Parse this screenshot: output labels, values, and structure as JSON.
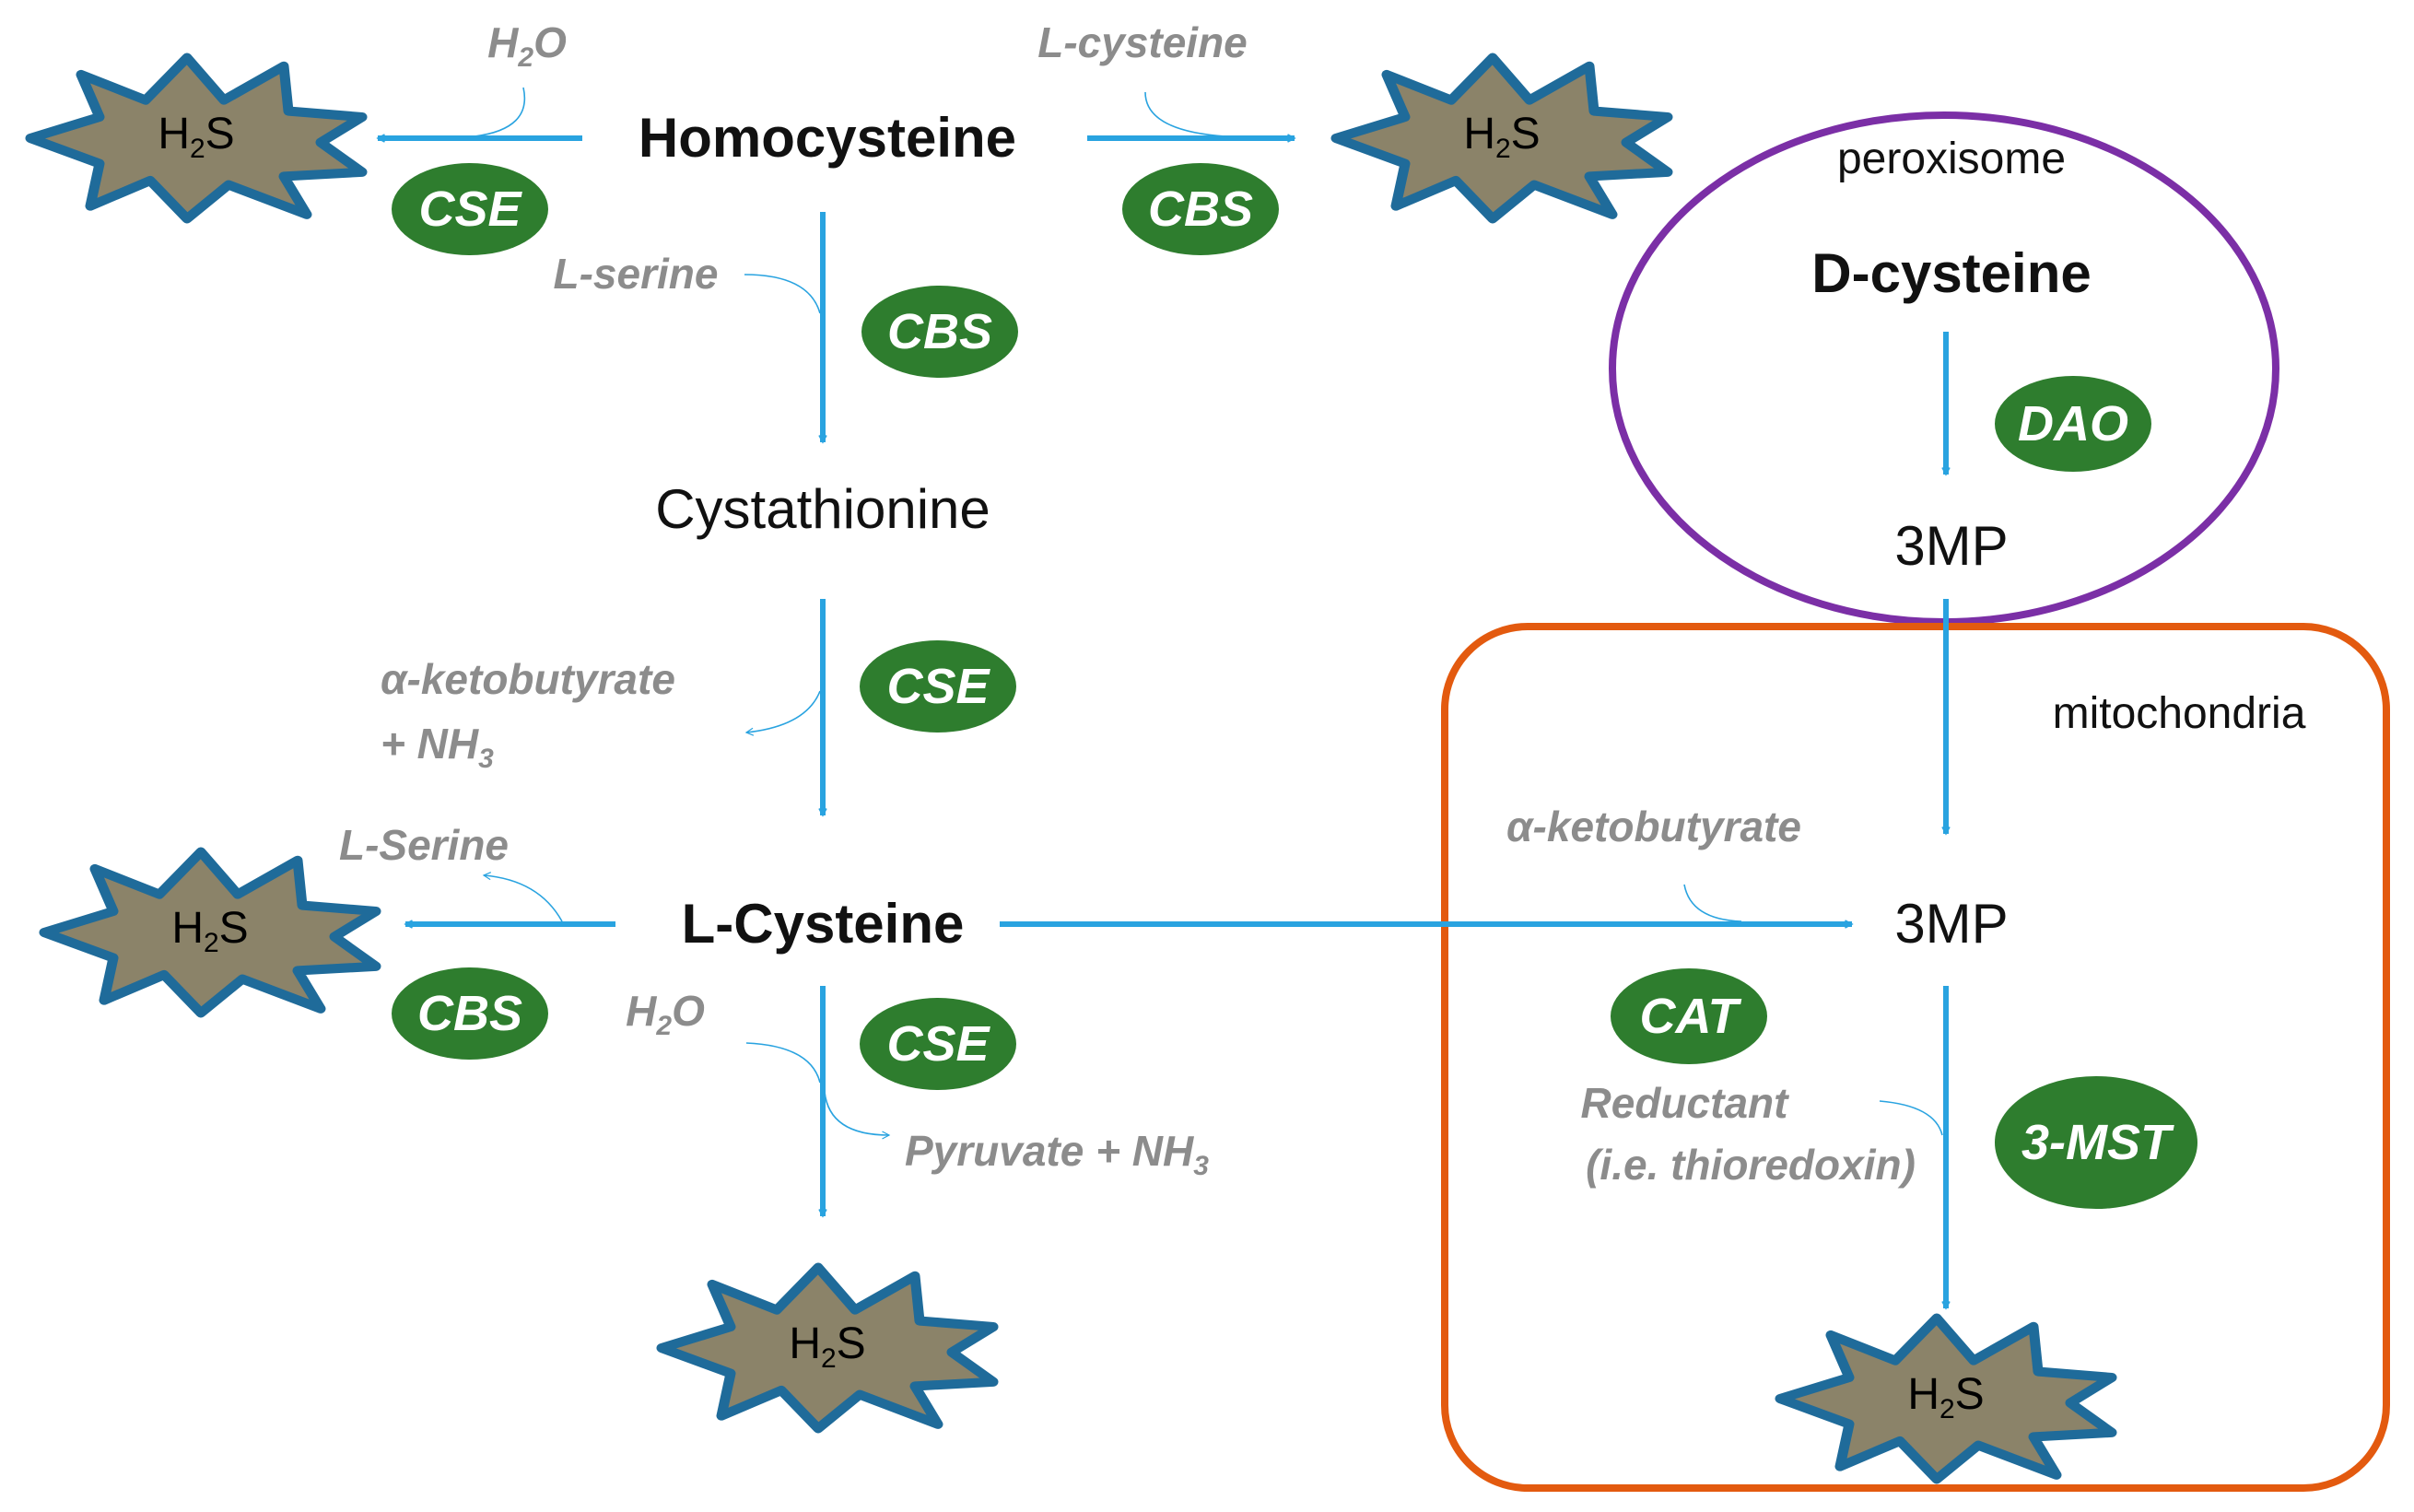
{
  "metabolites": {
    "homocysteine": "Homocysteine",
    "cystathionine": "Cystathionine",
    "l_cysteine": "L-Cysteine",
    "d_cysteine": "D-cysteine",
    "mp_peroxisome": "3MP",
    "mp_mitochondria": "3MP"
  },
  "compartments": {
    "peroxisome": "peroxisome",
    "mitochondria": "mitochondria"
  },
  "enzymes": {
    "cse_top": "CSE",
    "cbs_top": "CBS",
    "cbs_vertical": "CBS",
    "cse_vertical": "CSE",
    "cbs_left": "CBS",
    "cse_bottom": "CSE",
    "dao": "DAO",
    "cat": "CAT",
    "mst": "3-MST"
  },
  "side_products": {
    "h2o_top": [
      "H",
      "2",
      "O"
    ],
    "l_cysteine_top": "L-cysteine",
    "l_serine_top": "L-serine",
    "ketobutyrate_line1": "α-ketobutyrate",
    "ketobutyrate_line2": [
      "+ NH",
      "3"
    ],
    "l_serine_left": "L-Serine",
    "h2o_left": [
      "H",
      "2",
      "O"
    ],
    "pyruvate": [
      "Pyruvate + NH",
      "3"
    ],
    "ketobutyrate_mito": "α-ketobutyrate",
    "reductant_line1": "Reductant",
    "reductant_line2": "(i.e. thioredoxin)"
  },
  "product": [
    "H",
    "2",
    "S"
  ],
  "colors": {
    "arrow": "#29a3e0",
    "enzyme_fill": "#2e7d2e",
    "star_fill": "#8b8369",
    "star_stroke": "#1f6b9a",
    "peroxisome_border": "#7b2fa6",
    "mitochondria_border": "#e35a0f",
    "side_text": "#8c8c8c"
  },
  "icons": {
    "product_marker": "burst-star-icon",
    "enzyme_marker": "enzyme-oval"
  }
}
